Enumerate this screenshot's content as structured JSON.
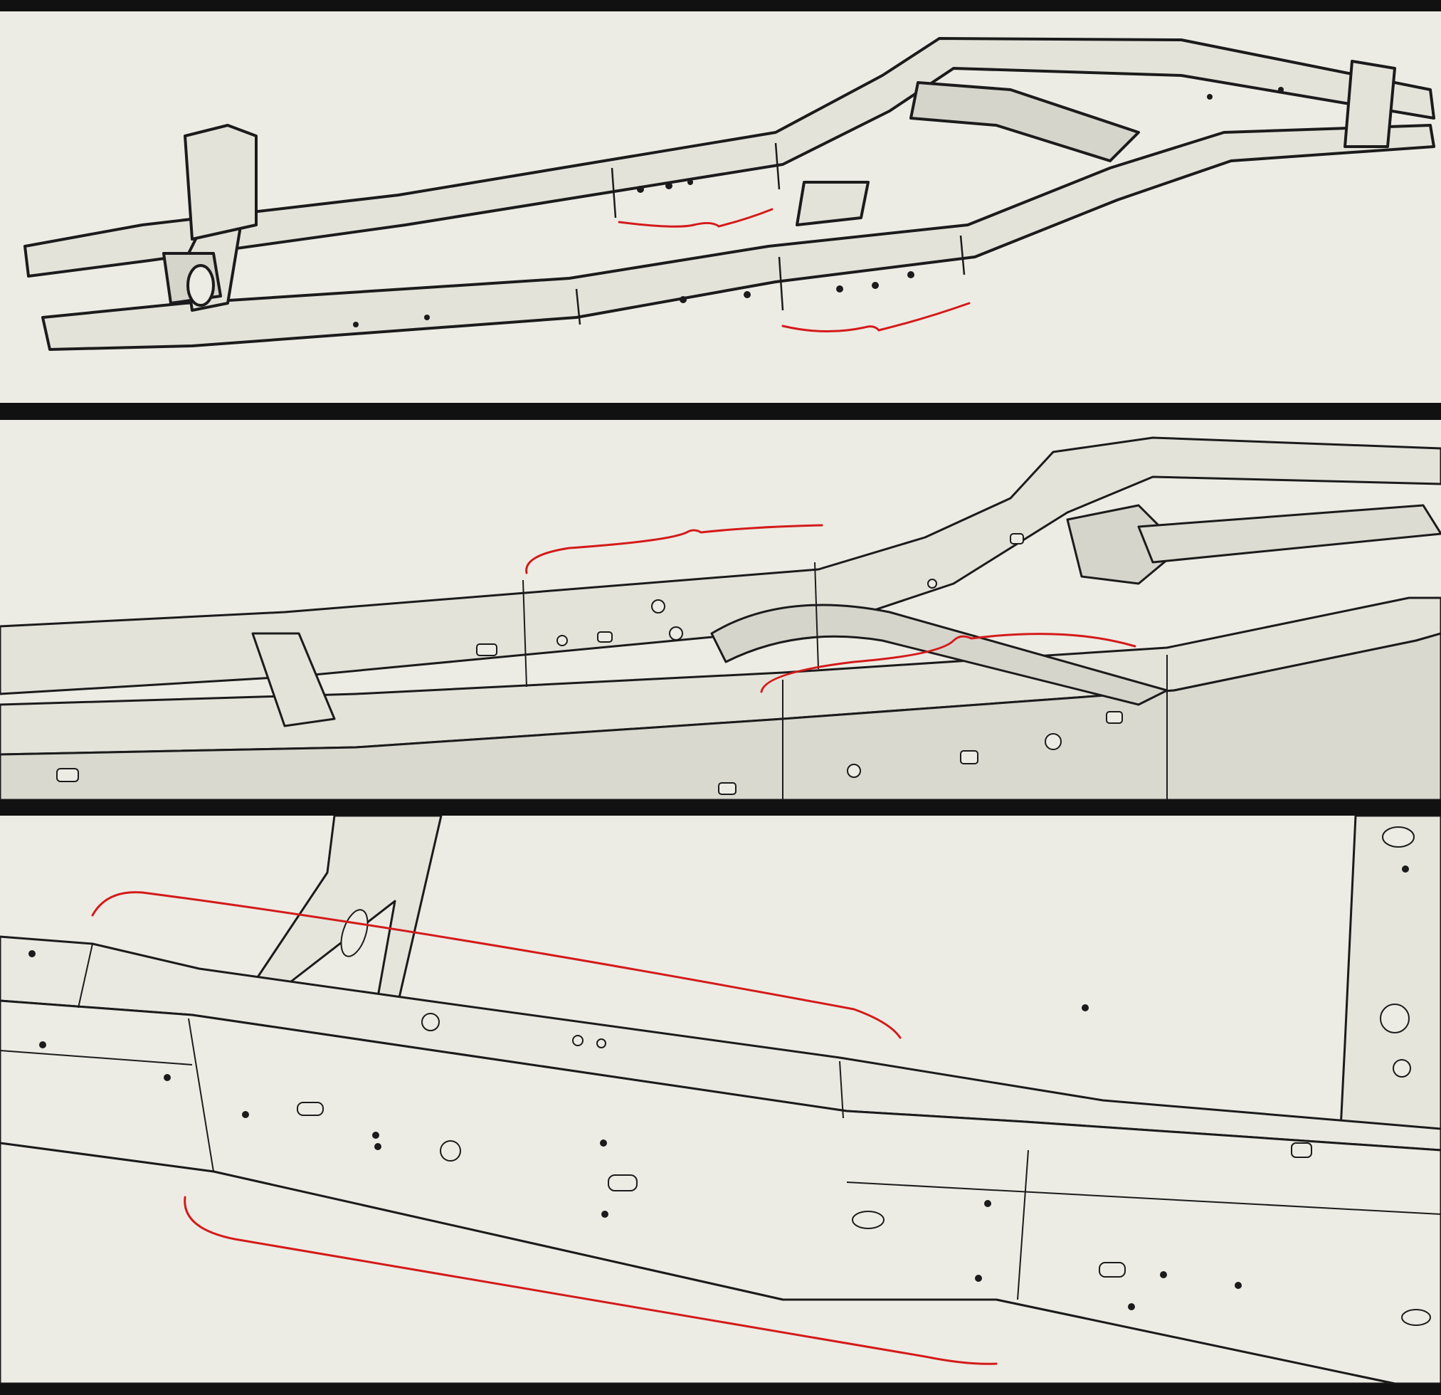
{
  "figure": {
    "panels": [
      {
        "view": "full-frame-overview",
        "annotations": 2
      },
      {
        "view": "mid-section-closeup",
        "annotations": 2
      },
      {
        "view": "side-rail-detail",
        "annotations": 2
      }
    ]
  },
  "colors": {
    "background": "#ecece4",
    "frame_fill": "#e9e9e0",
    "frame_shade": "#d5d5cc",
    "frame_line": "#1b1b1b",
    "annotation": "#d41a1a",
    "divider": "#111111"
  }
}
